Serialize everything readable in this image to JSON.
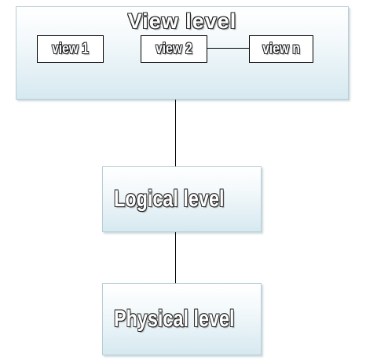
{
  "view_level": {
    "title": "View level",
    "views": [
      "view 1",
      "view 2",
      "view n"
    ]
  },
  "logical_level": {
    "title": "Logical level"
  },
  "physical_level": {
    "title": "Physical level"
  },
  "colors": {
    "box_border": "#b7cdd6",
    "box_gradient_bottom": "#d6e9f0",
    "line": "#000000",
    "text_outline": "#222222"
  }
}
